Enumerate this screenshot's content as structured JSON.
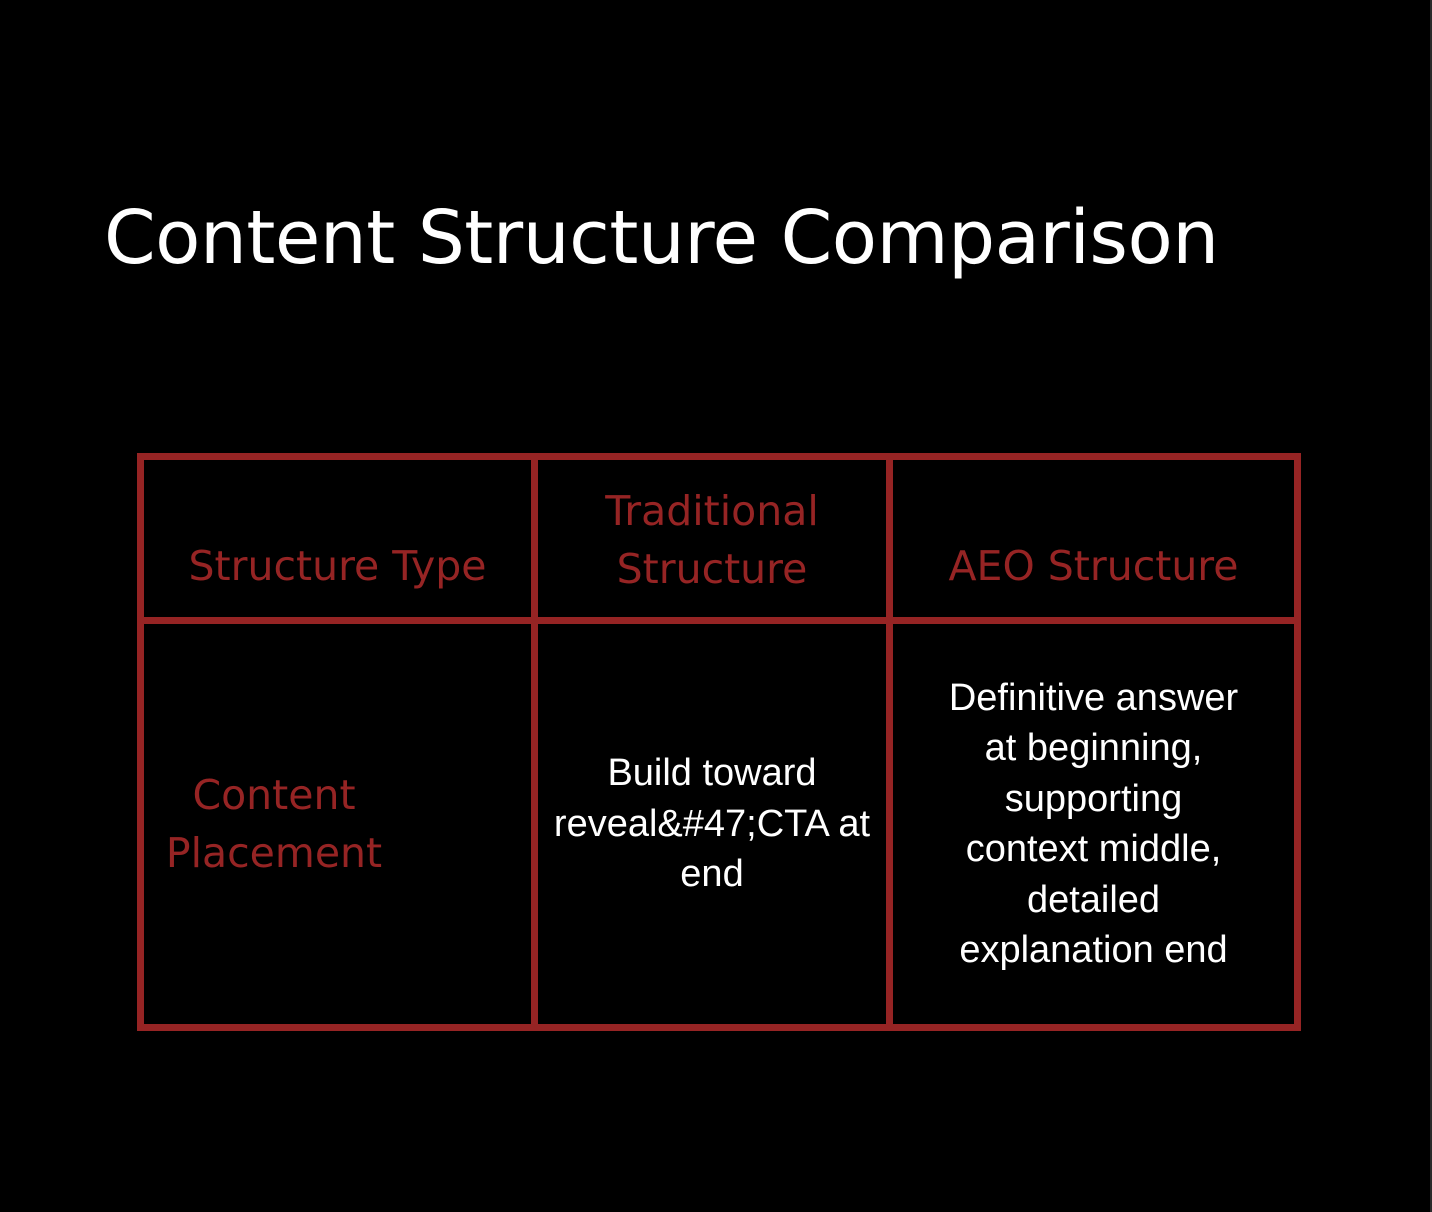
{
  "title": "Content Structure Comparison",
  "table": {
    "headers": [
      "Structure Type",
      "Traditional Structure",
      "AEO Structure"
    ],
    "rows": [
      {
        "label": "Content Placement",
        "traditional": "Build toward reveal&#47;CTA at end",
        "aeo": "Definitive answer at beginning, supporting context middle, detailed explanation end"
      }
    ]
  },
  "colors": {
    "background": "#000000",
    "accent": "#962424",
    "text": "#ffffff"
  }
}
